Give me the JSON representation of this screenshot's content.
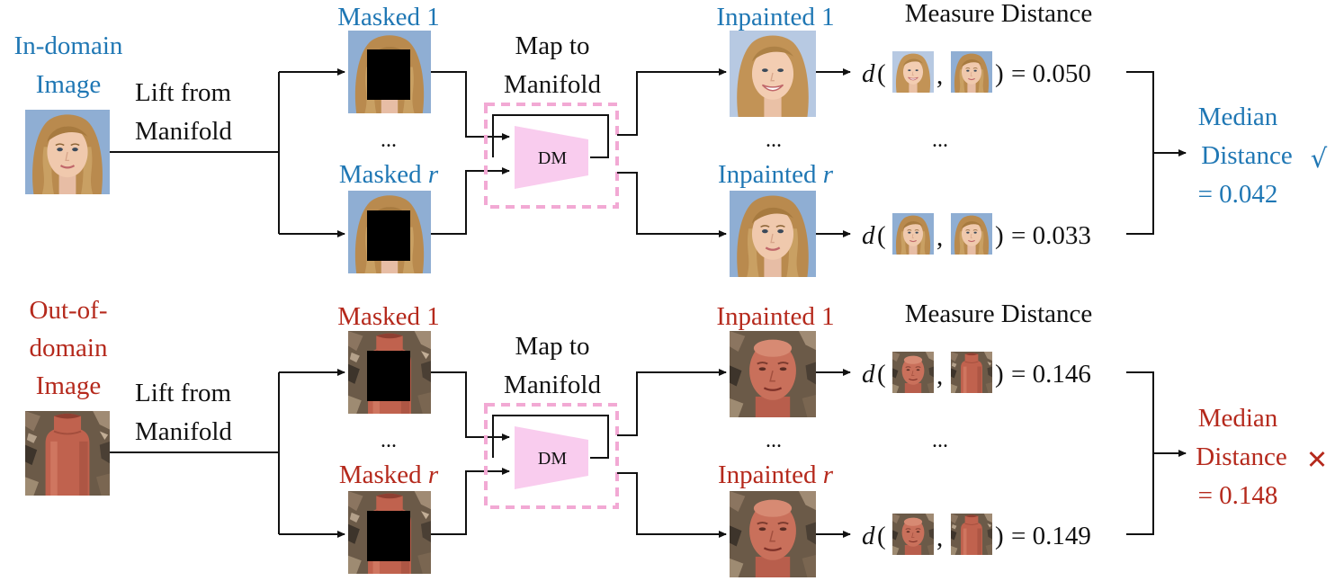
{
  "colors": {
    "in_domain": "#1f77b4",
    "out_of_domain": "#b5291c",
    "dm_box": "#f2a9d4",
    "dm_fill": "#f9ccee"
  },
  "rows": [
    {
      "id": "in-domain",
      "color": "#1f77b4",
      "input_label": [
        "In-domain",
        "Image"
      ],
      "input_image": "face-photo",
      "lift_label": [
        "Lift from",
        "Manifold"
      ],
      "masked_1": "Masked 1",
      "masked_r_prefix": "Masked ",
      "masked_r_var": "r",
      "map_label": [
        "Map to",
        "Manifold"
      ],
      "dm_label": "DM",
      "inpainted_1": "Inpainted 1",
      "inpainted_r_prefix": "Inpainted ",
      "inpainted_r_var": "r",
      "measure_label": "Measure Distance",
      "distance_fn": "d",
      "distances": [
        "= 0.050",
        "= 0.033"
      ],
      "median_label": [
        "Median",
        "Distance"
      ],
      "median_value": "= 0.042",
      "verdict_mark": "√",
      "verdict_mark_name": "check-icon",
      "ellipsis": "..."
    },
    {
      "id": "out-of-domain",
      "color": "#b5291c",
      "input_label": [
        "Out-of-",
        "domain",
        "Image"
      ],
      "input_image": "terracotta-pipe-photo",
      "lift_label": [
        "Lift from",
        "Manifold"
      ],
      "masked_1": "Masked 1",
      "masked_r_prefix": "Masked ",
      "masked_r_var": "r",
      "map_label": [
        "Map to",
        "Manifold"
      ],
      "dm_label": "DM",
      "inpainted_1": "Inpainted 1",
      "inpainted_r_prefix": "Inpainted ",
      "inpainted_r_var": "r",
      "measure_label": "Measure Distance",
      "distance_fn": "d",
      "distances": [
        "= 0.146",
        "= 0.149"
      ],
      "median_label": [
        "Median",
        "Distance"
      ],
      "median_value": "= 0.148",
      "verdict_mark": "✕",
      "verdict_mark_name": "cross-icon",
      "ellipsis": "..."
    }
  ]
}
